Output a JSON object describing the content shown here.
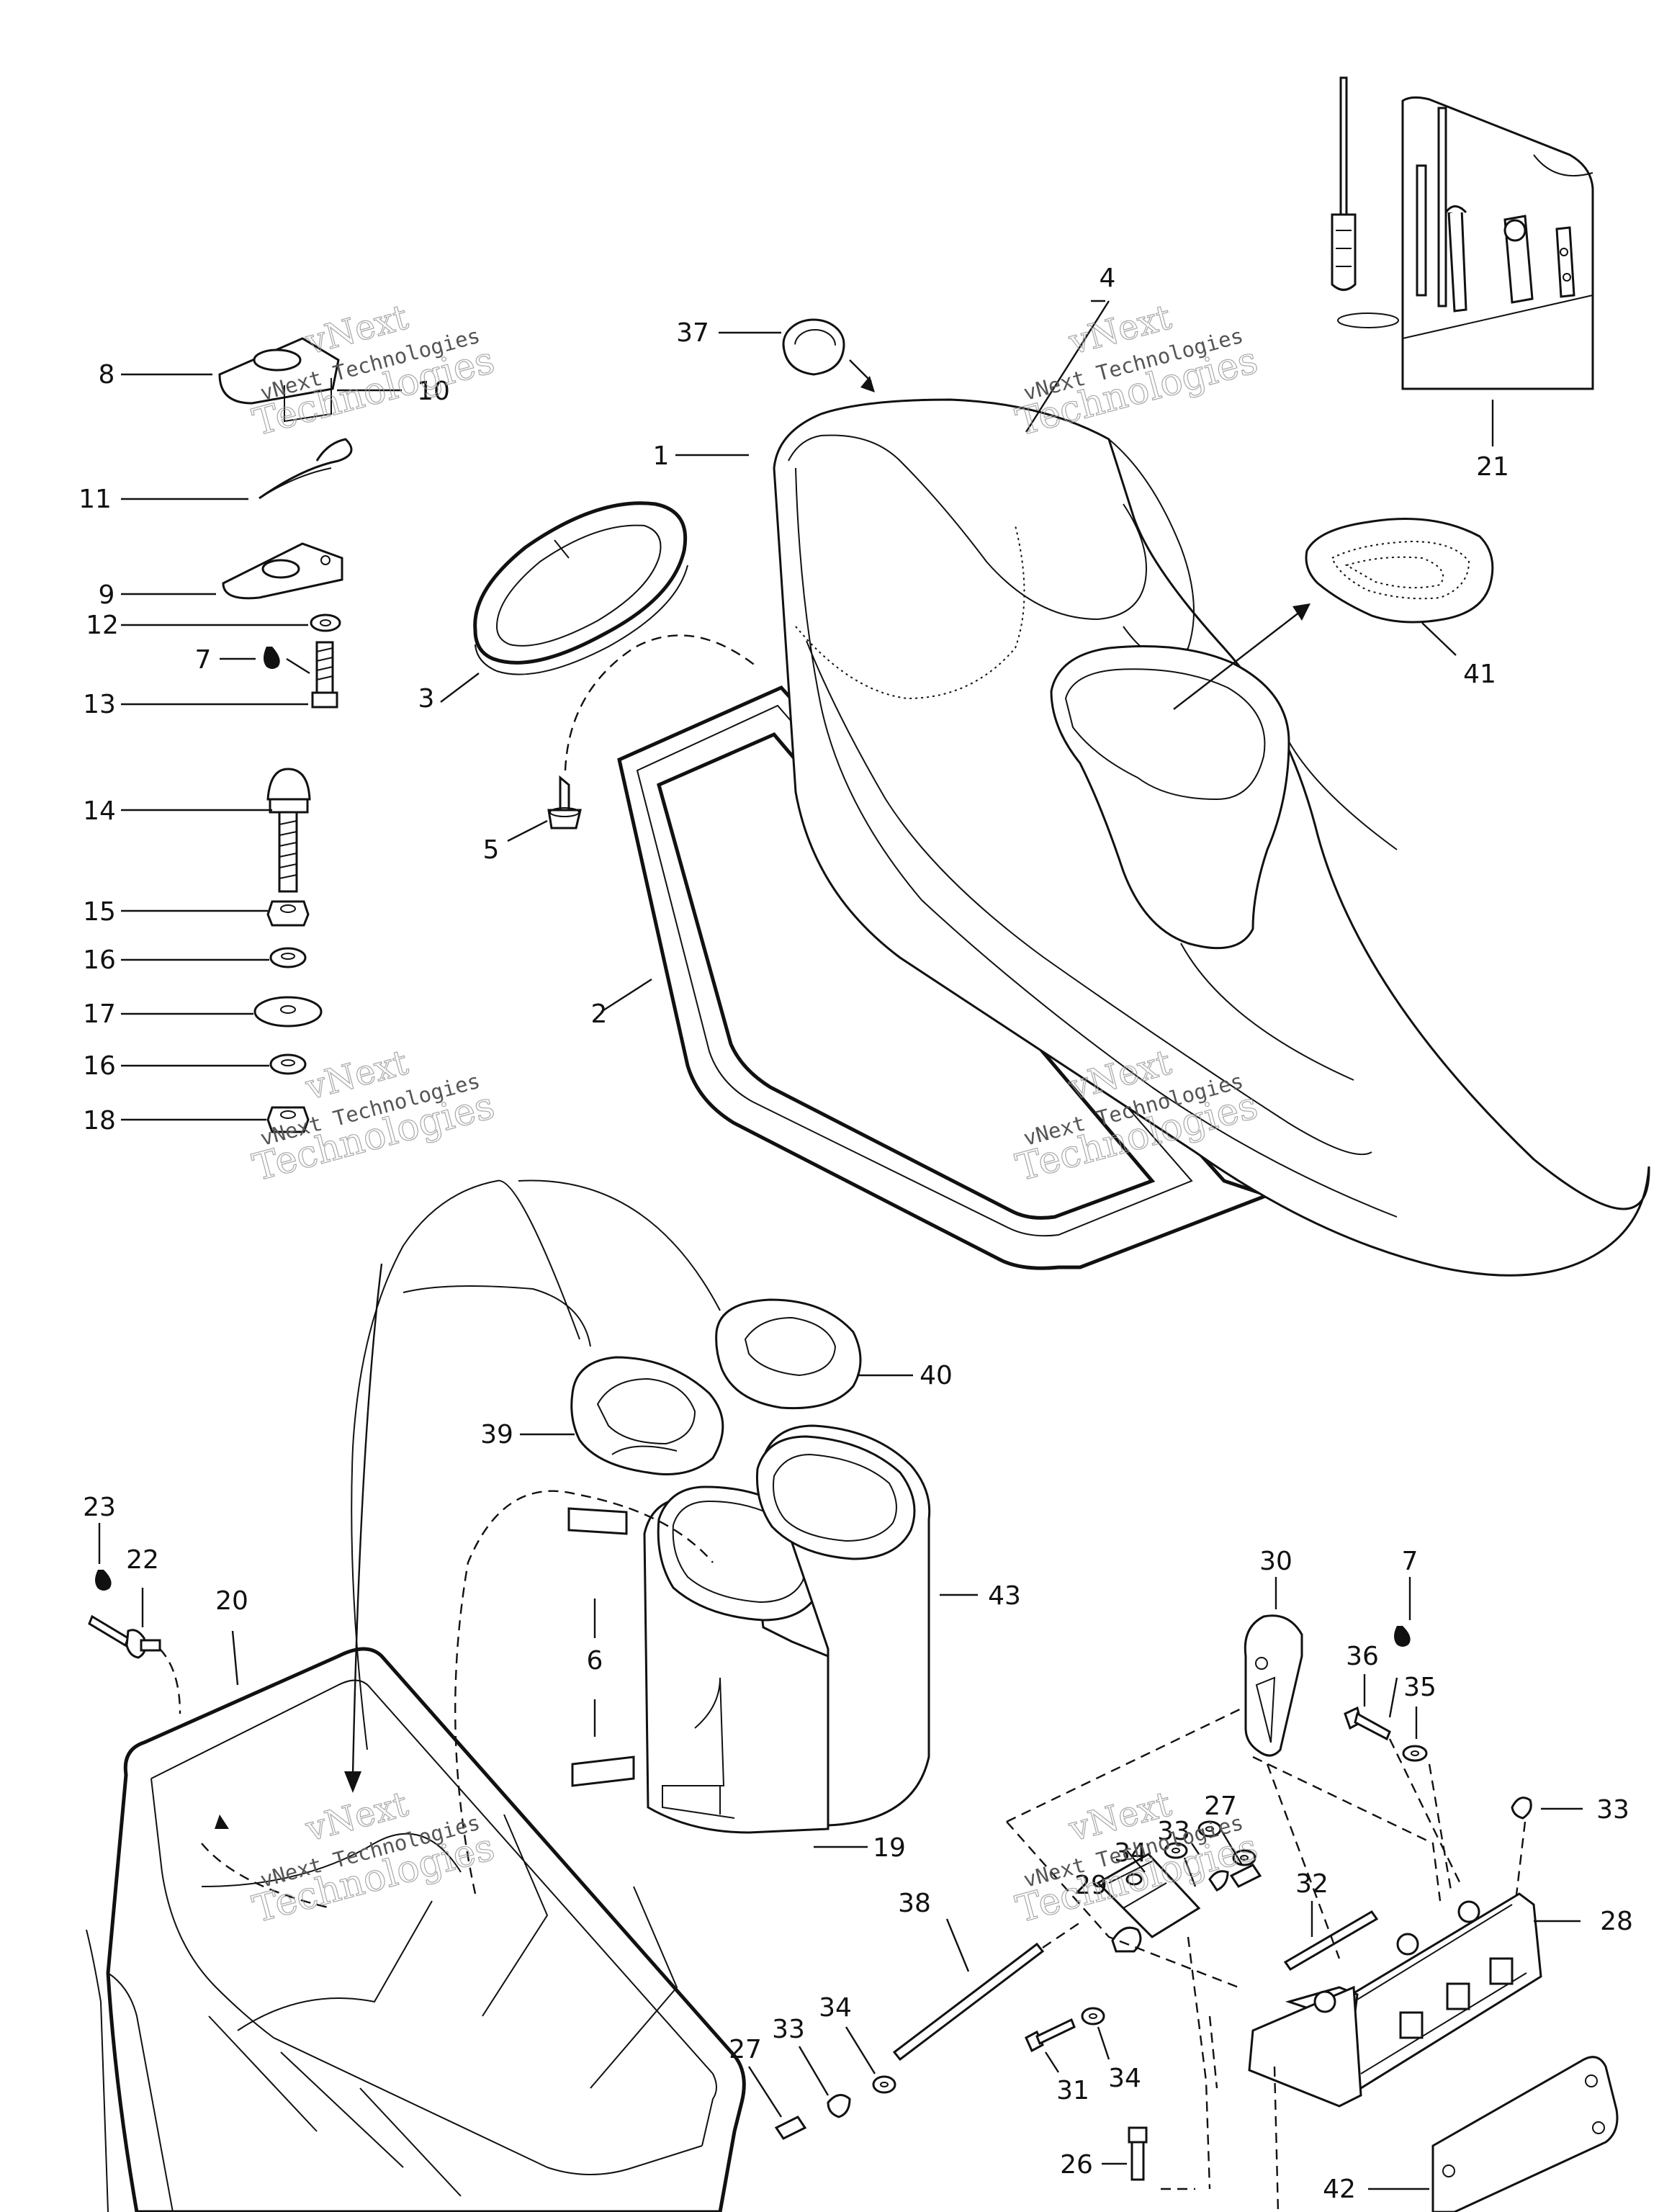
{
  "callouts": [
    {
      "id": "c4",
      "label": "4"
    },
    {
      "id": "c37",
      "label": "37"
    },
    {
      "id": "c8",
      "label": "8"
    },
    {
      "id": "c10",
      "label": "10"
    },
    {
      "id": "c1",
      "label": "1"
    },
    {
      "id": "c11",
      "label": "11"
    },
    {
      "id": "c9",
      "label": "9"
    },
    {
      "id": "c12",
      "label": "12"
    },
    {
      "id": "c7a",
      "label": "7"
    },
    {
      "id": "c13",
      "label": "13"
    },
    {
      "id": "c3",
      "label": "3"
    },
    {
      "id": "c5",
      "label": "5"
    },
    {
      "id": "c14",
      "label": "14"
    },
    {
      "id": "c15",
      "label": "15"
    },
    {
      "id": "c16a",
      "label": "16"
    },
    {
      "id": "c17",
      "label": "17"
    },
    {
      "id": "c2",
      "label": "2"
    },
    {
      "id": "c16b",
      "label": "16"
    },
    {
      "id": "c18",
      "label": "18"
    },
    {
      "id": "c21",
      "label": "21"
    },
    {
      "id": "c41",
      "label": "41"
    },
    {
      "id": "c40",
      "label": "40"
    },
    {
      "id": "c39",
      "label": "39"
    },
    {
      "id": "c43",
      "label": "43"
    },
    {
      "id": "c6",
      "label": "6"
    },
    {
      "id": "c19",
      "label": "19"
    },
    {
      "id": "c23",
      "label": "23"
    },
    {
      "id": "c22",
      "label": "22"
    },
    {
      "id": "c20",
      "label": "20"
    },
    {
      "id": "c30",
      "label": "30"
    },
    {
      "id": "c7b",
      "label": "7"
    },
    {
      "id": "c36",
      "label": "36"
    },
    {
      "id": "c35",
      "label": "35"
    },
    {
      "id": "c33a",
      "label": "33"
    },
    {
      "id": "c27a",
      "label": "27"
    },
    {
      "id": "c33b",
      "label": "33"
    },
    {
      "id": "c34a",
      "label": "34"
    },
    {
      "id": "c29",
      "label": "29"
    },
    {
      "id": "c32",
      "label": "32"
    },
    {
      "id": "c28",
      "label": "28"
    },
    {
      "id": "c38",
      "label": "38"
    },
    {
      "id": "c33c",
      "label": "33"
    },
    {
      "id": "c34b",
      "label": "34"
    },
    {
      "id": "c27b",
      "label": "27"
    },
    {
      "id": "c31",
      "label": "31"
    },
    {
      "id": "c34c",
      "label": "34"
    },
    {
      "id": "c26",
      "label": "26"
    },
    {
      "id": "c42",
      "label": "42"
    }
  ],
  "watermark": {
    "brand": "vNext",
    "line_small": "vNext Technologies",
    "line_large": "Technologies"
  },
  "colors": {
    "ink": "#111111",
    "paper": "#ffffff",
    "watermark": "#9a9a9a"
  }
}
